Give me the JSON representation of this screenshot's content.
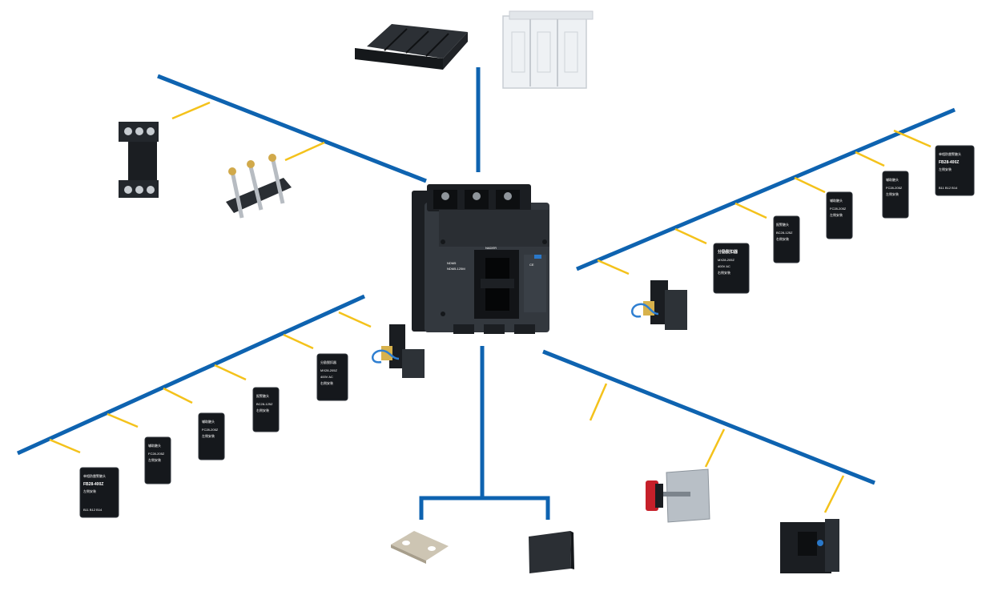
{
  "colors": {
    "trunk": "#0e63b0",
    "branch": "#f4c21b",
    "module": "#15181c",
    "module_edge": "#30353b",
    "breaker_body": "#33383e",
    "breaker_dark": "#1b1e22"
  },
  "breaker": {
    "brand": "NADER",
    "model": "NDM5",
    "rating_line": "NDM5-125M",
    "ce_mark": "CE"
  },
  "modules": {
    "fb": {
      "title": "单相防雷警触头",
      "model": "FB28-400Z",
      "mount": "左侧安装",
      "terms": "B11 B12 B14"
    },
    "fc": {
      "title": "辅助触头",
      "model": "FC28-205Z",
      "mount": "左侧安装"
    },
    "bc": {
      "title": "报警触头",
      "model": "BC28-125Z",
      "mount": "右侧安装"
    },
    "sh": {
      "title": "分励脱扣器",
      "model": "MX28-205Z",
      "rating": "400V AC",
      "mount": "右侧安装"
    }
  },
  "icons": {
    "central": "molded-case-circuit-breaker-icon",
    "top_left_accessory": "terminal-cover-icon",
    "top_right_accessory": "transparent-phase-barrier-icon",
    "rear_terminal": "rear-connection-terminal-icon",
    "plug_in": "plug-in-base-terminal-icon",
    "undervoltage": "undervoltage-release-icon",
    "busbar": "connection-busbar-icon",
    "plate": "insulating-plate-icon",
    "rotary_handle": "rotary-handle-icon",
    "motor_operator": "motor-operator-icon"
  }
}
